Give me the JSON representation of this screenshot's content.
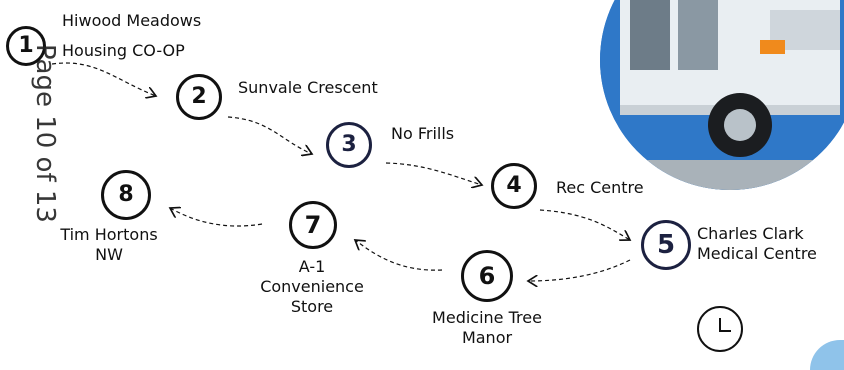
{
  "stops": [
    {
      "number": "1",
      "lines": [
        "Hiwood Meadows",
        "Housing CO-OP"
      ]
    },
    {
      "number": "2",
      "lines": [
        "Sunvale Crescent"
      ]
    },
    {
      "number": "3",
      "lines": [
        "No Frills"
      ]
    },
    {
      "number": "4",
      "lines": [
        "Rec Centre"
      ]
    },
    {
      "number": "5",
      "lines": [
        "Charles Clark",
        "Medical Centre"
      ]
    },
    {
      "number": "6",
      "lines": [
        "Medicine Tree",
        "Manor"
      ]
    },
    {
      "number": "7",
      "lines": [
        "A-1",
        "Convenience",
        "Store"
      ]
    },
    {
      "number": "8",
      "lines": [
        "Tim Hortons",
        "NW"
      ]
    }
  ],
  "watermark": "Page 10 of 13",
  "colors": {
    "ink": "#111111",
    "navy": "#1c2140",
    "photo_sky": "#2f78c8",
    "swoosh": "#8fc3ea"
  },
  "icons": {
    "clock": "clock-icon",
    "bus_photo": "bus-photo"
  }
}
